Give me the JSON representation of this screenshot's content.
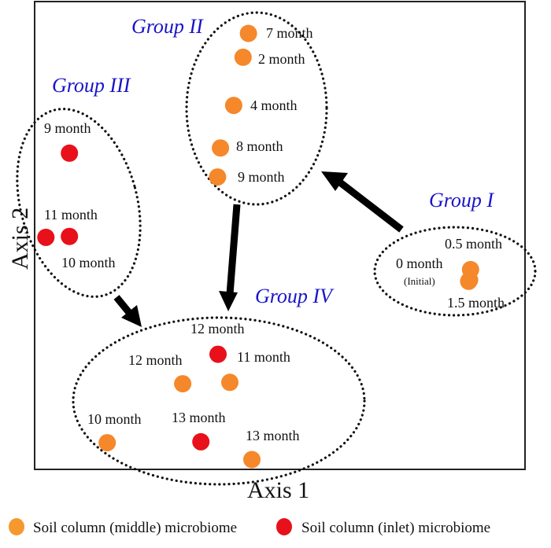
{
  "chart_data": {
    "type": "scatter",
    "title": "",
    "xlabel": "Axis 1",
    "ylabel": "Axis 2",
    "grid": false,
    "legend_position": "bottom",
    "legend": [
      {
        "label": "Soil column (middle) microbiome",
        "color": "#f5882a"
      },
      {
        "label": "Soil column (inlet) microbiome",
        "color": "#e8101a"
      }
    ],
    "series": [
      {
        "name": "Soil column (middle) microbiome",
        "color": "#f5882a",
        "points": [
          {
            "label": "0.5 month",
            "x": 0.889,
            "y": 0.573,
            "group": "Group I"
          },
          {
            "label": "0 month",
            "x": 0.887,
            "y": 0.595,
            "group": "Group I",
            "note": "(Initial)"
          },
          {
            "label": "1.5 month",
            "x": 0.885,
            "y": 0.598,
            "group": "Group I"
          },
          {
            "label": "7 month",
            "x": 0.436,
            "y": 0.068,
            "group": "Group II"
          },
          {
            "label": "2 month",
            "x": 0.425,
            "y": 0.119,
            "group": "Group II"
          },
          {
            "label": "4 month",
            "x": 0.406,
            "y": 0.222,
            "group": "Group II"
          },
          {
            "label": "8 month",
            "x": 0.379,
            "y": 0.313,
            "group": "Group II"
          },
          {
            "label": "9 month",
            "x": 0.373,
            "y": 0.375,
            "group": "Group II"
          },
          {
            "label": "12 month",
            "x": 0.302,
            "y": 0.817,
            "group": "Group IV"
          },
          {
            "label": "11 month",
            "x": 0.398,
            "y": 0.814,
            "group": "Group IV"
          },
          {
            "label": "10 month",
            "x": 0.148,
            "y": 0.943,
            "group": "Group IV"
          },
          {
            "label": "13 month",
            "x": 0.443,
            "y": 0.979,
            "group": "Group IV"
          }
        ]
      },
      {
        "name": "Soil column (inlet) microbiome",
        "color": "#e8101a",
        "points": [
          {
            "label": "9 month",
            "x": 0.071,
            "y": 0.324,
            "group": "Group III"
          },
          {
            "label": "11 month",
            "x": 0.023,
            "y": 0.504,
            "group": "Group III"
          },
          {
            "label": "10 month",
            "x": 0.071,
            "y": 0.502,
            "group": "Group III"
          },
          {
            "label": "12 month",
            "x": 0.374,
            "y": 0.754,
            "group": "Group IV"
          },
          {
            "label": "13 month",
            "x": 0.339,
            "y": 0.941,
            "group": "Group IV"
          }
        ]
      }
    ],
    "groups": [
      "Group I",
      "Group II",
      "Group III",
      "Group IV"
    ],
    "transitions": [
      {
        "from": "Group I",
        "to": "Group II"
      },
      {
        "from": "Group II",
        "to": "Group IV"
      },
      {
        "from": "Group III",
        "to": "Group IV"
      }
    ],
    "xlim": [
      0,
      1
    ],
    "ylim": [
      0,
      1
    ]
  }
}
